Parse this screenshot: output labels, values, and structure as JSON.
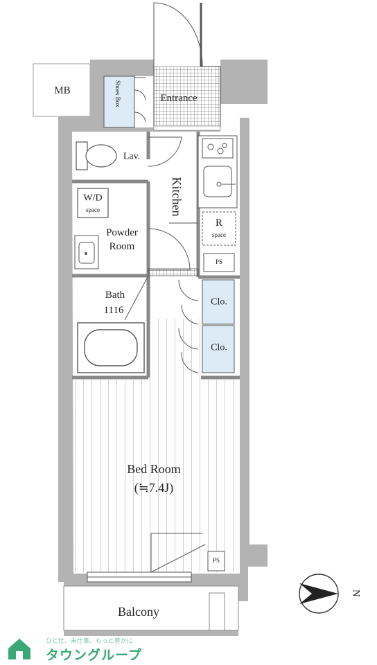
{
  "rooms": {
    "mb": "MB",
    "shoes_box": "Shoes Box",
    "entrance": "Entrance",
    "lav": "Lav.",
    "kitchen": "Kitchen",
    "wd": "W/D",
    "wd_sub": "space",
    "r": "R",
    "r_sub": "space",
    "powder_1": "Powder",
    "powder_2": "Room",
    "ps_upper": "PS",
    "bath_1": "Bath",
    "bath_2": "1116",
    "clo_1": "Clo.",
    "clo_2": "Clo.",
    "bedroom": "Bed Room",
    "bedroom_size": "(≒7.4J)",
    "ps_lower": "PS",
    "balcony": "Balcony"
  },
  "compass": {
    "label": "N"
  },
  "logo": {
    "tagline": "ひと仕、未仕事、もっと豊かに",
    "brand": "タウングループ"
  },
  "colors": {
    "wall": "#b3b3b3",
    "closet": "#dcebf6",
    "line": "#555555",
    "brand": "#3aa874"
  }
}
